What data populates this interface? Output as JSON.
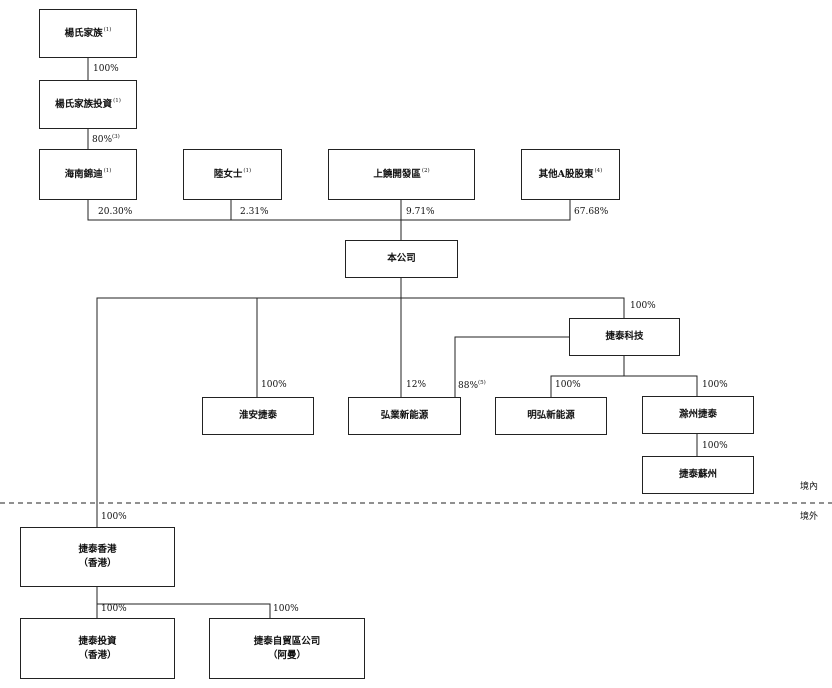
{
  "entities": {
    "yang_family": {
      "name": "楊氏家族",
      "note": "(1)"
    },
    "yang_family_investment": {
      "name": "楊氏家族投資",
      "note": "(1)"
    },
    "hainan_jindi": {
      "name": "海南錦迪",
      "note": "(1)"
    },
    "ms_lu": {
      "name": "陸女士",
      "note": "(1)"
    },
    "shangrao_zone": {
      "name": "上饒開發區",
      "note": "(2)"
    },
    "other_a_shareholders": {
      "name": "其他A股股東",
      "note": "(4)"
    },
    "company": {
      "name": "本公司"
    },
    "jietai_tech": {
      "name": "捷泰科技"
    },
    "huaian_jietai": {
      "name": "淮安捷泰"
    },
    "hongye_new_energy": {
      "name": "弘業新能源"
    },
    "minghong_new_energy": {
      "name": "明弘新能源"
    },
    "chuzhou_jietai": {
      "name": "滁州捷泰"
    },
    "jietai_suzhou": {
      "name": "捷泰蘇州"
    },
    "jietai_hk": {
      "name": "捷泰香港",
      "sub": "（香港）"
    },
    "jietai_investment": {
      "name": "捷泰投資",
      "sub": "（香港）"
    },
    "jietai_ftz": {
      "name": "捷泰自貿區公司",
      "sub": "（阿曼）"
    }
  },
  "percentages": {
    "family_to_investment": "100%",
    "investment_to_jindi": "80%",
    "investment_to_jindi_note": "(3)",
    "jindi_to_company": "20.30%",
    "lu_to_company": "2.31%",
    "shangrao_to_company": "9.71%",
    "others_to_company": "67.68%",
    "company_to_tech": "100%",
    "company_to_huaian": "100%",
    "company_to_hongye": "12%",
    "tech_to_hongye": "88%",
    "tech_to_hongye_note": "(5)",
    "tech_to_minghong": "100%",
    "tech_to_chuzhou": "100%",
    "chuzhou_to_suzhou": "100%",
    "company_to_hk": "100%",
    "hk_to_investment": "100%",
    "hk_to_ftz": "100%"
  },
  "regions": {
    "domestic": "境內",
    "overseas": "境外"
  }
}
